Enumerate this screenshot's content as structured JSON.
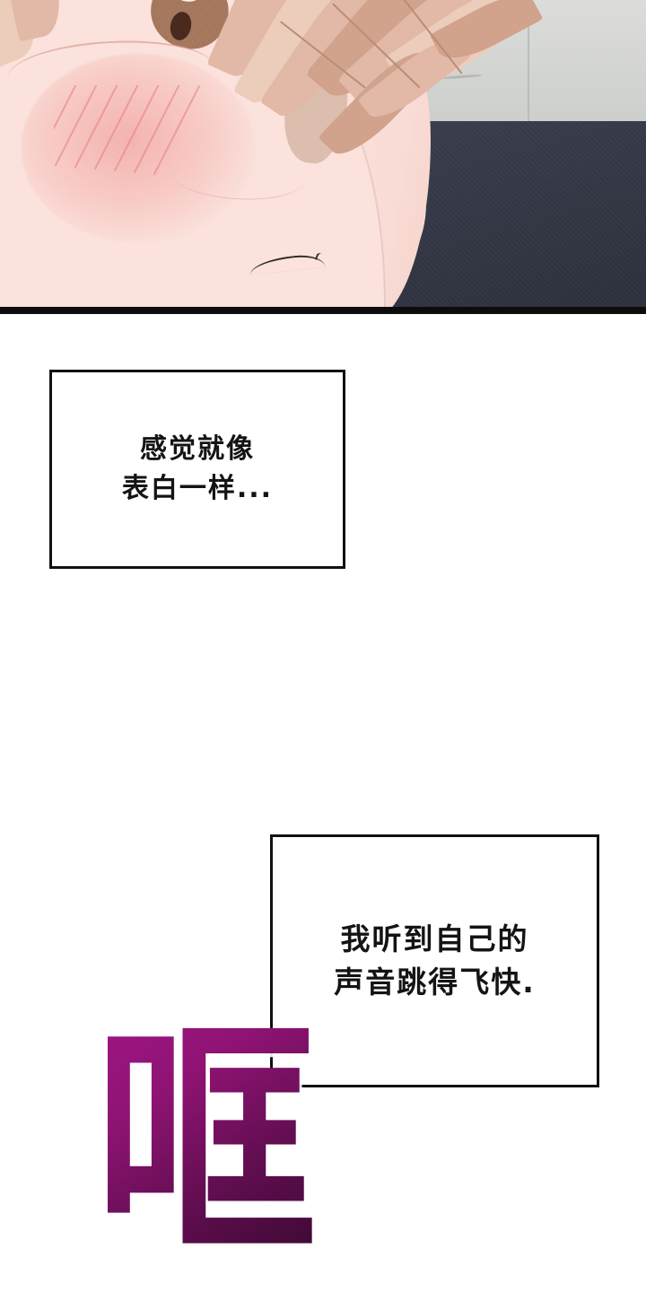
{
  "comic": {
    "panel": {
      "name": "close-up-face-panel",
      "description": "extreme close-up of blushing character's face against gray wall and dark bedding",
      "colors": {
        "skin": "#fbe2dc",
        "blush": "#f09694",
        "hair": "#e2b9a6",
        "eye_iris": "#a97b60",
        "eye_pupil": "#4a2a1f",
        "wall": "#d7d8d4",
        "bedding": "#343846",
        "panel_border": "#0c0c0c",
        "line_art": "#1b1b1b"
      }
    },
    "caption_boxes": [
      {
        "id": "caption-box-1",
        "lines": [
          "感觉就像",
          "表白一样..."
        ],
        "border_color": "#111111",
        "fill_color": "#ffffff"
      },
      {
        "id": "caption-box-2",
        "lines": [
          "我听到自己的",
          "声音跳得飞快."
        ],
        "border_color": "#111111",
        "fill_color": "#ffffff"
      }
    ],
    "sound_effect": {
      "id": "sfx-kuang",
      "glyph": "哐",
      "gradient_from": "#a01585",
      "gradient_to": "#32082a"
    }
  }
}
